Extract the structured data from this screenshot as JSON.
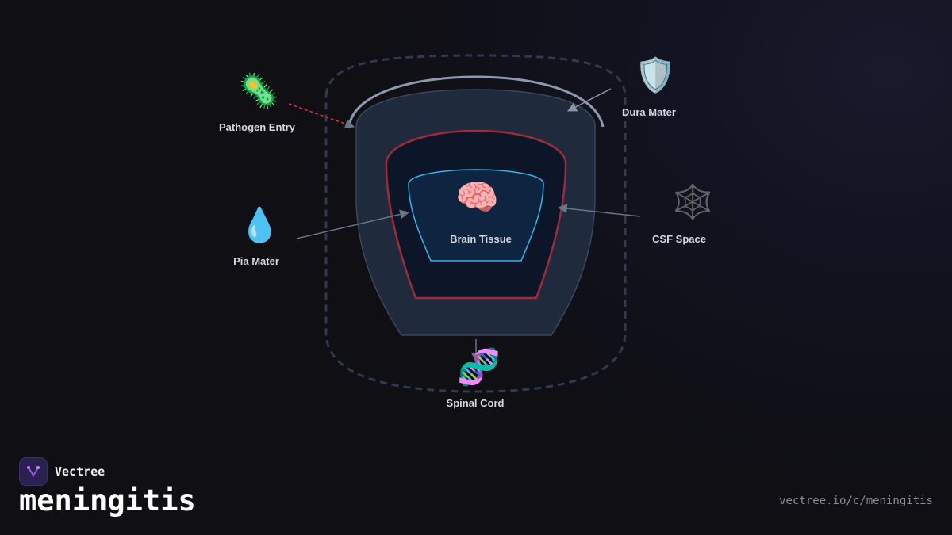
{
  "diagram": {
    "nodes": {
      "pathogen": {
        "label": "Pathogen Entry",
        "icon": "🦠",
        "icon_name": "microbe-icon"
      },
      "dura": {
        "label": "Dura Mater",
        "icon": "🛡️",
        "icon_name": "shield-icon"
      },
      "pia": {
        "label": "Pia Mater",
        "icon": "💧",
        "icon_name": "droplet-icon"
      },
      "csf": {
        "label": "CSF Space",
        "icon": "🕸️",
        "icon_name": "spider-web-icon"
      },
      "brain": {
        "label": "Brain Tissue",
        "icon": "🧠",
        "icon_name": "brain-icon"
      },
      "spinal": {
        "label": "Spinal Cord",
        "icon": "🧬",
        "icon_name": "dna-icon"
      }
    },
    "colors": {
      "outer_layer": "#1f2a3c",
      "middle_layer": "#0d1629",
      "middle_stroke": "#9b2c38",
      "inner_layer": "#0f2440",
      "inner_stroke": "#38b2e8",
      "arrow": "#6b7589",
      "pathogen_arrow": "#e0323c",
      "dashed_boundary": "#2e3a4f"
    }
  },
  "footer": {
    "brand": "Vectree",
    "title": "meningitis",
    "url": "vectree.io/c/meningitis",
    "logo_icon": "vectree-logo-icon"
  }
}
